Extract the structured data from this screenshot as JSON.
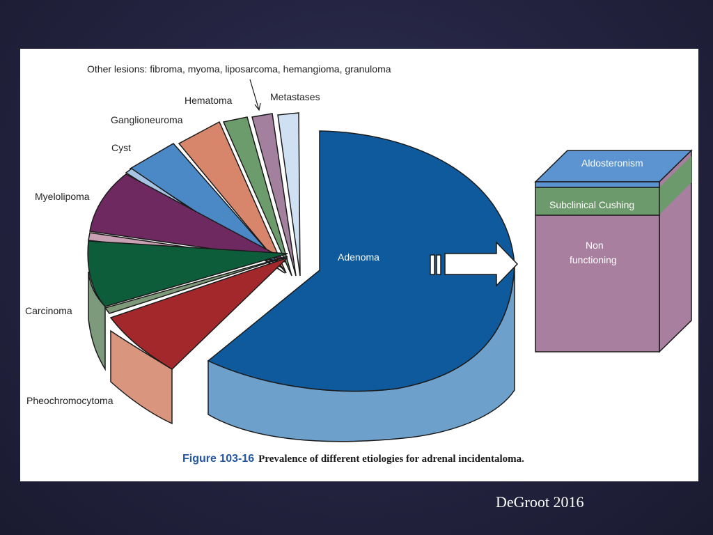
{
  "chart_data": {
    "type": "pie",
    "title": "",
    "slices": [
      {
        "label": "Adenoma",
        "color": "#0e5a9c",
        "side": "#6ea0cc"
      },
      {
        "label": "Pheochromocytoma",
        "color": "#a3282c",
        "side": "#d9957e"
      },
      {
        "label": "",
        "color": "#7e9a78",
        "side": "#8aa282"
      },
      {
        "label": "Carcinoma",
        "color": "#0d5c3a",
        "side": "#7d9a7c"
      },
      {
        "label": "",
        "color": "#c9a1b4",
        "side": "#c9a1b4"
      },
      {
        "label": "Myelolipoma",
        "color": "#6e2a60",
        "side": "#6e2a60"
      },
      {
        "label": "",
        "color": "#a6c3e4",
        "side": "#a6c3e4"
      },
      {
        "label": "Cyst",
        "color": "#4a88c6",
        "side": "#4a88c6"
      },
      {
        "label": "Ganglioneuroma",
        "color": "#d7866c",
        "side": "#d7866c"
      },
      {
        "label": "Hematoma",
        "color": "#6c9b6c",
        "side": "#6c9b6c"
      },
      {
        "label": "Metastases",
        "color": "#a3809e",
        "side": "#a3809e"
      },
      {
        "label": "Other lesions: fibroma, myoma, liposarcoma, hemangioma, granuloma",
        "color": "#cfe0f2",
        "side": "#cfe0f2"
      }
    ],
    "breakdown": {
      "of": "Adenoma",
      "segments": [
        {
          "label": "Aldosteronism",
          "color": "#5b94d0"
        },
        {
          "label": "Subclinical Cushing",
          "color": "#6d9a6c"
        },
        {
          "label": "Non functioning",
          "label_lines": [
            "Non",
            "functioning"
          ],
          "color": "#a87f9e"
        }
      ]
    }
  },
  "caption": {
    "figure_number": "Figure 103-16",
    "text": "Prevalence of different etiologies for adrenal incidentaloma."
  },
  "credit": "DeGroot 2016"
}
